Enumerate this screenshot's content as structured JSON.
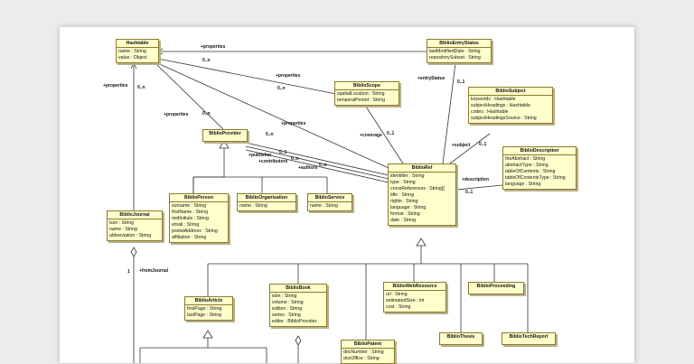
{
  "classes": {
    "hashtable": {
      "title": "Hashtable",
      "attrs": [
        "name : String",
        "value : Object"
      ]
    },
    "entrystatus": {
      "title": "BiblioEntryStatus",
      "attrs": [
        "lastModifiedDate : String",
        "repositorySubset : String"
      ]
    },
    "scope": {
      "title": "BiblioScope",
      "attrs": [
        "spatialLocation : String",
        "temporalPeriod : String"
      ]
    },
    "subject": {
      "title": "BiblioSubject",
      "attrs": [
        "keywords : Hashtable",
        "subjectHeadings : Hashtable",
        "codes : Hashtable",
        "subjectHeadingsSource : String"
      ]
    },
    "provider": {
      "title": "BiblioProvider",
      "attrs": []
    },
    "description": {
      "title": "BiblioDescription",
      "attrs": [
        "theAbstract : String",
        "abstractType : String",
        "tableOfContents : String",
        "tableOfContentsType : String",
        "language : String"
      ]
    },
    "ref": {
      "title": "BiblioRef",
      "attrs": [
        "identifier : String",
        "type : String",
        "crossReferences : String[]",
        "title : String",
        "rights : String",
        "language : String",
        "format : String",
        "date : String"
      ]
    },
    "person": {
      "title": "BiblioPerson",
      "attrs": [
        "surname : String",
        "firstName : String",
        "midInitials : String",
        "email : String",
        "postalAddress : String",
        "affiliation : String"
      ]
    },
    "organisation": {
      "title": "BiblioOrganisation",
      "attrs": [
        "name : String"
      ]
    },
    "service": {
      "title": "BiblioService",
      "attrs": [
        "name : String"
      ]
    },
    "journal": {
      "title": "BiblioJournal",
      "attrs": [
        "issn : String",
        "name : String",
        "abbreviation : String"
      ]
    },
    "article": {
      "title": "BiblioArticle",
      "attrs": [
        "firstPage : String",
        "lastPage : String"
      ]
    },
    "book": {
      "title": "BiblioBook",
      "attrs": [
        "isbn : String",
        "volume : String",
        "edition : String",
        "series : String",
        "editor : BiblioProvider"
      ]
    },
    "webresource": {
      "title": "BiblioWebResource",
      "attrs": [
        "url : String",
        "estimatedSize : int",
        "cost : String"
      ]
    },
    "proceeding": {
      "title": "BiblioProceeding",
      "attrs": []
    },
    "patent": {
      "title": "BiblioPatent",
      "attrs": [
        "docNumber : String",
        "docOffice : String"
      ]
    },
    "thesis": {
      "title": "BiblioThesis",
      "attrs": []
    },
    "techreport": {
      "title": "BiblioTechReport",
      "attrs": []
    }
  },
  "labels": {
    "properties_top": "+properties",
    "n_top": "0..n",
    "properties_left": "+properties",
    "n_left": "0..n",
    "properties_scope": "+properties",
    "n_scope": "0..n",
    "properties_provider": "+properties",
    "n_provider": "0..n",
    "properties_ref": "+properties",
    "n_ref": "0..n",
    "entry_status": "+entryStatus",
    "one_entry": "0..1",
    "coverage": "+coverage",
    "one_coverage": "0..1",
    "subject": "+subject",
    "one_subject": "0..1",
    "publisher": "+publisher",
    "one_publisher": "0..1",
    "contributors": "+contributors",
    "n_contributors": "0..n",
    "authors": "+authors",
    "n_authors": "0..n",
    "description": "+description",
    "one_description": "0..1",
    "from_journal": "+fromJournal",
    "one_journal": "1"
  }
}
